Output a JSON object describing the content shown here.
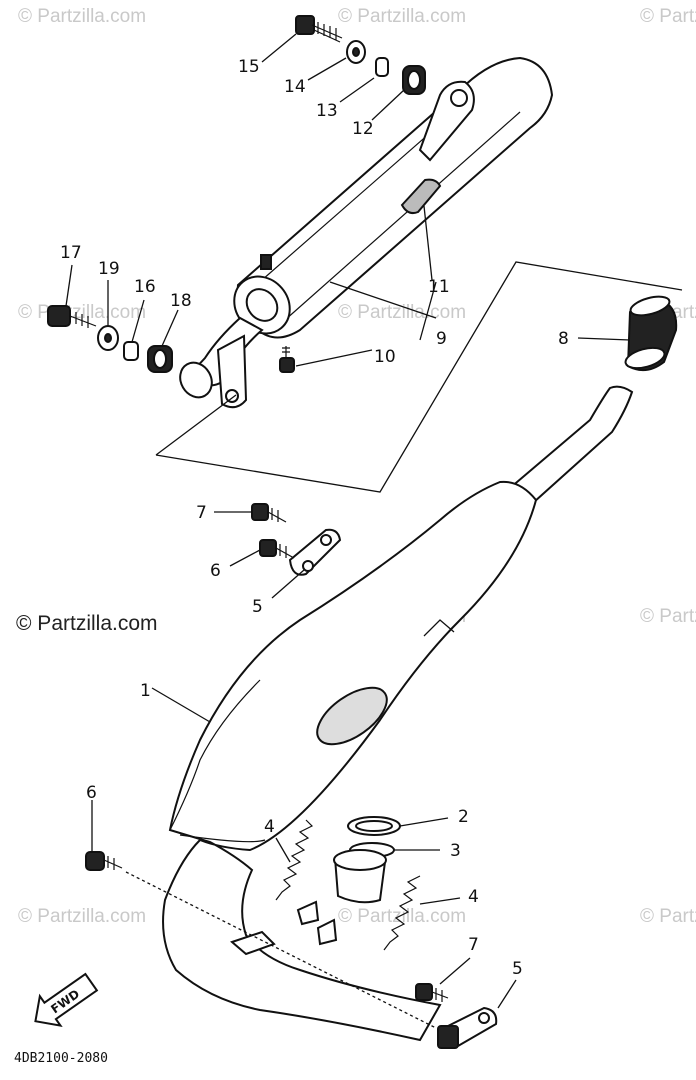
{
  "watermark": {
    "text": "© Partzilla.com",
    "copyright_label": "© Partzilla.com"
  },
  "diagram_code": "4DB2100-2080",
  "fwd_label": "FWD",
  "callouts": {
    "c1": "1",
    "c2": "2",
    "c3": "3",
    "c4a": "4",
    "c4b": "4",
    "c5a": "5",
    "c5b": "5",
    "c6a": "6",
    "c6b": "6",
    "c7a": "7",
    "c7b": "7",
    "c8": "8",
    "c9": "9",
    "c10": "10",
    "c11": "11",
    "c12": "12",
    "c13": "13",
    "c14": "14",
    "c15": "15",
    "c16": "16",
    "c17": "17",
    "c18": "18",
    "c19": "19"
  }
}
